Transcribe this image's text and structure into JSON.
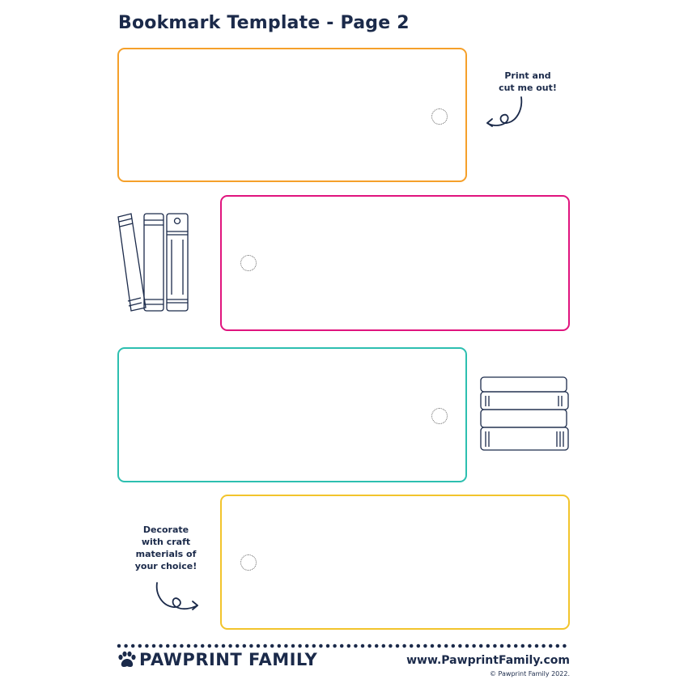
{
  "title": "Bookmark Template - Page 2",
  "notes": {
    "print": "Print and\ncut me out!",
    "decorate": "Decorate\nwith craft\nmaterials of\nyour choice!"
  },
  "bookmarks": [
    {
      "color": "#F5A02A"
    },
    {
      "color": "#E0147E"
    },
    {
      "color": "#2DBFB0"
    },
    {
      "color": "#F2C42C"
    }
  ],
  "footer": {
    "brand": "PAWPRINT FAMILY",
    "website": "www.PawprintFamily.com",
    "copyright": "© Pawprint Family 2022."
  },
  "colors": {
    "ink": "#1b2a4a"
  }
}
